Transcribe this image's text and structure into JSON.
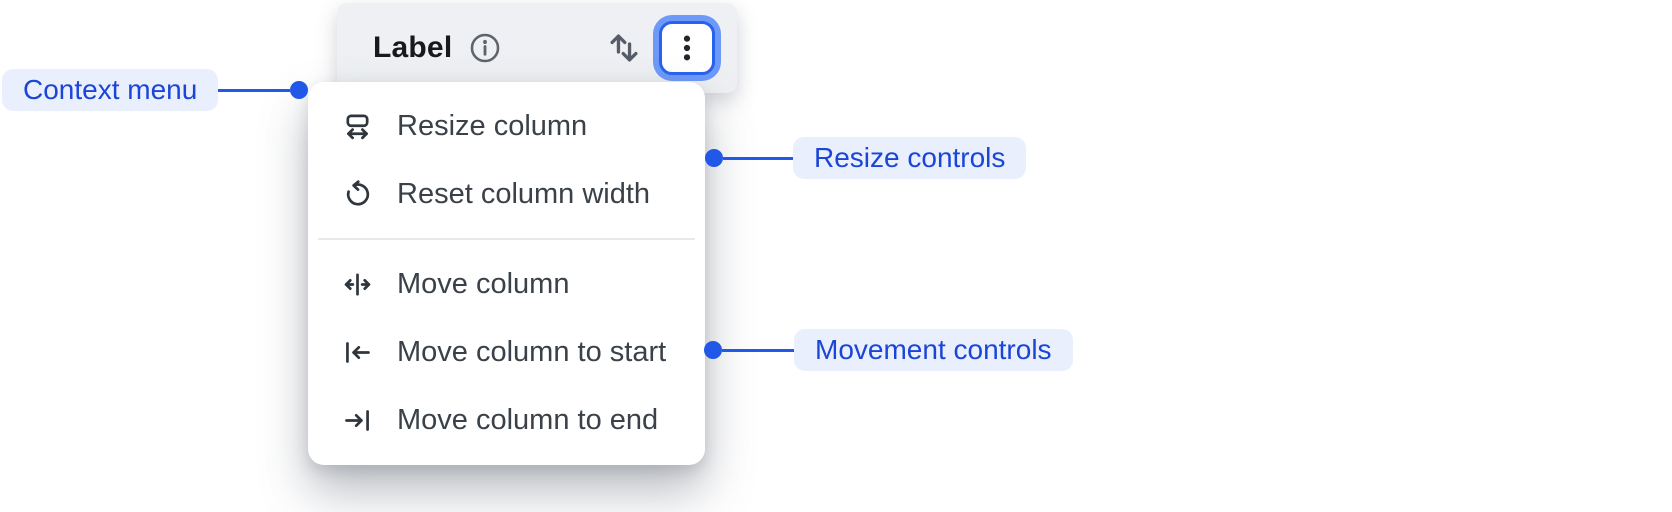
{
  "header": {
    "label": "Label",
    "info_icon": "info-icon",
    "sort_icon": "sort-arrows-icon",
    "menu_icon": "kebab-menu-icon"
  },
  "context_menu": {
    "resize_group": [
      {
        "icon": "resize-column-icon",
        "label": "Resize column"
      },
      {
        "icon": "reset-column-width-icon",
        "label": "Reset column width"
      }
    ],
    "movement_group": [
      {
        "icon": "move-column-icon",
        "label": "Move column"
      },
      {
        "icon": "move-column-to-start-icon",
        "label": "Move column to start"
      },
      {
        "icon": "move-column-to-end-icon",
        "label": "Move column to end"
      }
    ]
  },
  "annotations": {
    "context_menu": "Context menu",
    "resize_controls": "Resize controls",
    "movement_controls": "Movement controls"
  },
  "colors": {
    "accent_blue": "#2158e8",
    "annotation_text": "#1b45d6",
    "pill_background": "#e9effd",
    "header_background": "#eef0f3",
    "focus_ring_outer": "#6d9af9",
    "focus_ring_border": "#2a62ee",
    "menu_text": "#3a4149"
  }
}
